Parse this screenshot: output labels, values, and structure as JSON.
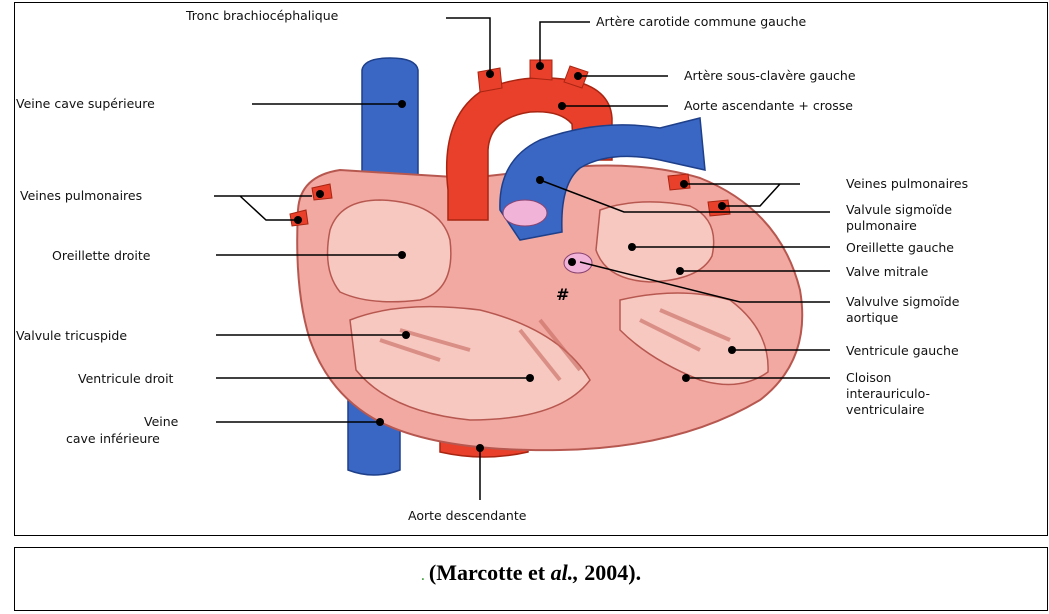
{
  "labels": {
    "tronc_brachio": "Tronc brachiocéphalique",
    "carotide": "Artère carotide commune gauche",
    "sous_claviere": "Artère sous-clavère gauche",
    "aorte_asc": "Aorte ascendante + crosse",
    "veine_cave_sup": "Veine cave supérieure",
    "veines_pulm_left": "Veines pulmonaires",
    "veines_pulm_right": "Veines pulmonaires",
    "valvule_sig_pulm_1": "Valvule sigmoïde",
    "valvule_sig_pulm_2": "pulmonaire",
    "oreillette_gauche": "Oreillette gauche",
    "oreillette_droite": "Oreillette droite",
    "valve_mitrale": "Valve mitrale",
    "valvule_sig_aort_1": "Valvulve sigmoïde",
    "valvule_sig_aort_2": "aortique",
    "valvule_tricuspide": "Valvule tricuspide",
    "ventricule_gauche": "Ventricule gauche",
    "ventricule_droit": "Ventricule droit",
    "cloison_1": "Cloison",
    "cloison_2": "interauriculo-",
    "cloison_3": "ventriculaire",
    "veine_cave_inf_1": "Veine",
    "veine_cave_inf_2": "cave inférieure",
    "aorte_desc": "Aorte descendante",
    "hash_mark": "#"
  },
  "caption": {
    "dot": ".",
    "text_pre": "(Marcotte et ",
    "text_italic": "al.,",
    "text_post": " 2004)."
  },
  "colors": {
    "artery": "#e8402a",
    "vein": "#3a67c4",
    "muscle": "#f2a9a2",
    "chamber": "#f7c8c0",
    "line": "#000000"
  }
}
